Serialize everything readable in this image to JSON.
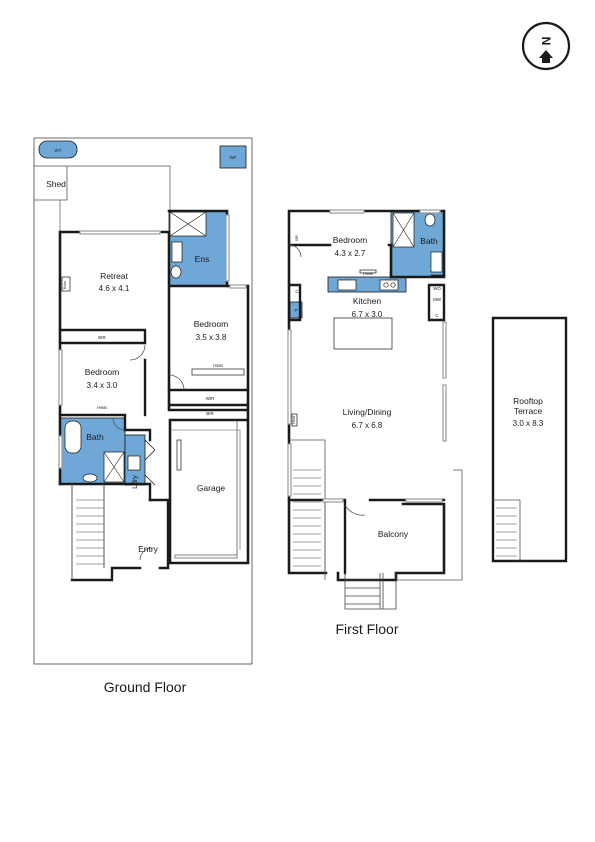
{
  "compass": {
    "label": "N"
  },
  "floors": {
    "ground": "Ground Floor",
    "first": "First Floor"
  },
  "ground": {
    "wt": "WT",
    "wf": "WF",
    "shed": "Shed",
    "retreat": {
      "name": "Retreat",
      "dim": "4.6 x 4.1"
    },
    "robe_retreat": "Robe",
    "ens": "Ens",
    "bedroom2": {
      "name": "Bedroom",
      "dim": "3.5 x 3.8"
    },
    "bir1": "BIR",
    "bedroom3": {
      "name": "Bedroom",
      "dim": "3.4 x 3.0"
    },
    "heat1": "Heat",
    "wir": "WIR",
    "bir2": "BIR",
    "heat2": "Heat",
    "bath": "Bath",
    "ldry": "Ldry",
    "garage": "Garage",
    "entry": "Entry"
  },
  "first": {
    "br": "BR",
    "bedroom": {
      "name": "Bedroom",
      "dim": "4.3 x 2.7"
    },
    "bath": "Bath",
    "heat": "Heat",
    "kitchen": {
      "name": "Kitchen",
      "dim": "6.7 x 3.0"
    },
    "c1": "C",
    "p": "P",
    "wo": "WO",
    "mw": "MW",
    "c2": "C",
    "living": {
      "name": "Living/Dining",
      "dim": "6.7 x 6.8"
    },
    "heat_living": "Heat",
    "balcony": "Balcony"
  },
  "rooftop": {
    "name1": "Rooftop",
    "name2": "Terrace",
    "dim": "3.0 x 8.3"
  }
}
